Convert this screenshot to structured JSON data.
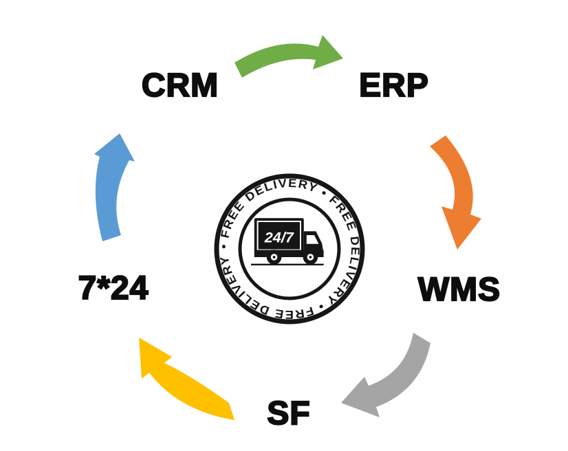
{
  "diagram": {
    "nodes": [
      {
        "id": "crm",
        "label": "CRM"
      },
      {
        "id": "erp",
        "label": "ERP"
      },
      {
        "id": "wms",
        "label": "WMS"
      },
      {
        "id": "sf",
        "label": "SF"
      },
      {
        "id": "seven24",
        "label": "7*24"
      }
    ],
    "arrows": [
      {
        "from": "CRM",
        "to": "ERP",
        "color": "#70AD47"
      },
      {
        "from": "ERP",
        "to": "WMS",
        "color": "#ED7D31"
      },
      {
        "from": "WMS",
        "to": "SF",
        "color": "#A5A5A5"
      },
      {
        "from": "SF",
        "to": "7*24",
        "color": "#FFC000"
      },
      {
        "from": "7*24",
        "to": "CRM",
        "color": "#5B9BD5"
      }
    ]
  },
  "badge": {
    "ring_text": "• FREE DELIVERY • FREE DELIVERY • FREE DELIVERY ",
    "time_label": "24/7",
    "ink_color": "#161616"
  }
}
